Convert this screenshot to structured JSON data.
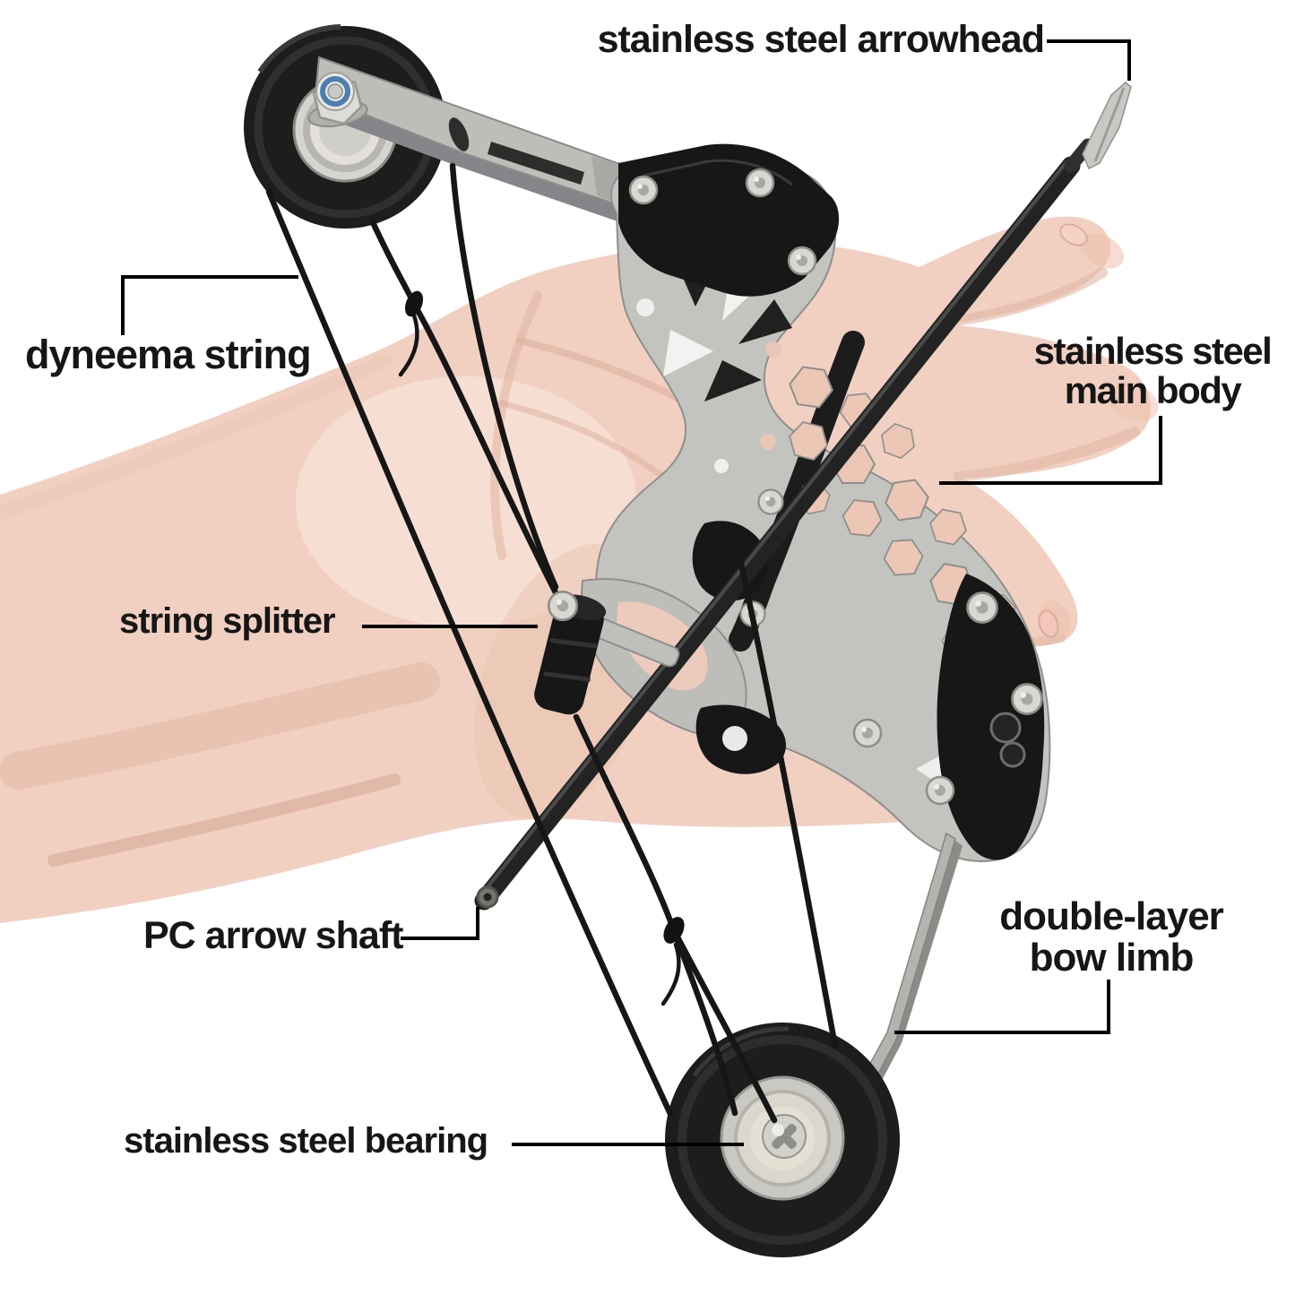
{
  "figure": {
    "description": "Annotated product photo: a mini triangular compound bow with pulley wheels and a black arrow, resting on an open human palm, parts labeled with callout lines",
    "background": "#ffffff"
  },
  "labels": {
    "arrowhead": "stainless steel arrowhead",
    "dyneema_string": "dyneema string",
    "main_body_line1": "stainless steel",
    "main_body_line2": "main body",
    "string_splitter": "string splitter",
    "arrow_shaft": "PC arrow shaft",
    "bow_limb_line1": "double-layer",
    "bow_limb_line2": "bow limb",
    "bearing": "stainless steel bearing"
  },
  "colors": {
    "label_text": "#161616",
    "leader": "#000000",
    "string": "#161616",
    "wheel": "#1d1d1d",
    "riser": "#c3c3bf",
    "plate": "#171717",
    "arrow": "#232323",
    "skin": "#f1d0c2",
    "silver": "#d8d7d1",
    "bg": "#ffffff"
  }
}
